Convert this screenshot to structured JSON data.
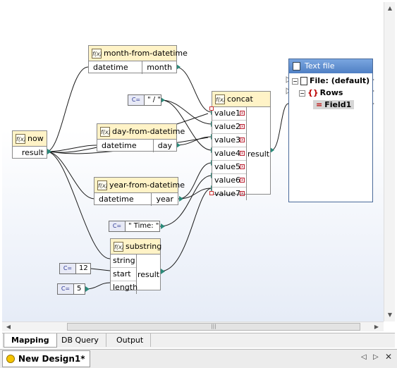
{
  "functions": {
    "now": {
      "title": "now",
      "output": "result"
    },
    "month_from_datetime": {
      "title": "month-from-datetime",
      "input": "datetime",
      "output": "month"
    },
    "day_from_datetime": {
      "title": "day-from-datetime",
      "input": "datetime",
      "output": "day"
    },
    "year_from_datetime": {
      "title": "year-from-datetime",
      "input": "datetime",
      "output": "year"
    },
    "concat": {
      "title": "concat",
      "inputs": [
        "value1",
        "value2",
        "value3",
        "value4",
        "value5",
        "value6",
        "value7"
      ],
      "output": "result"
    },
    "substring": {
      "title": "substring",
      "inputs": [
        "string",
        "start",
        "length"
      ],
      "output": "result"
    }
  },
  "icons": {
    "function": "f(x)",
    "constant": "C="
  },
  "constants": {
    "slash": "\" / \"",
    "time": "\" Time: \"",
    "start": "12",
    "length": "5"
  },
  "textfile": {
    "title": "Text file",
    "file": "File: (default)",
    "rows": "Rows",
    "field": "Field1"
  },
  "tabs": [
    "Mapping",
    "DB Query",
    "Output"
  ],
  "document": {
    "name": "New Design1*"
  },
  "colors": {
    "header_bg": "#fff3c7",
    "connector": "#2a8a7a",
    "textfile_header": "#5b8bd0"
  }
}
